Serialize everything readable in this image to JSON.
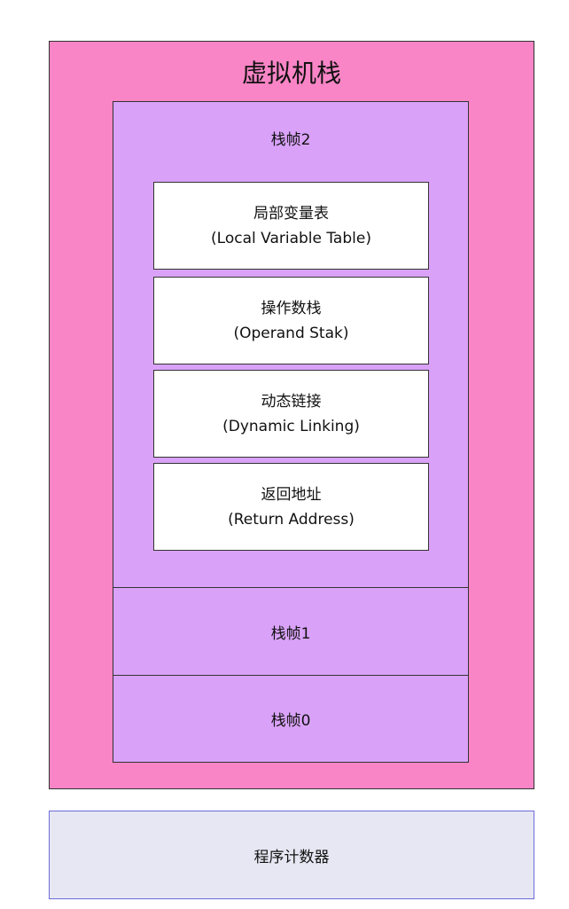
{
  "diagram": {
    "stack_title": "虚拟机栈",
    "frames": [
      {
        "label": "栈帧2",
        "slots": [
          {
            "name": "局部变量表",
            "english": "(Local Variable Table)"
          },
          {
            "name": "操作数栈",
            "english": "(Operand Stak)"
          },
          {
            "name": "动态链接",
            "english": "(Dynamic Linking)"
          },
          {
            "name": "返回地址",
            "english": "(Return Address)"
          }
        ]
      },
      {
        "label": "栈帧1"
      },
      {
        "label": "栈帧0"
      }
    ],
    "program_counter": "程序计数器"
  },
  "colors": {
    "stack_fill": "#f985c6",
    "frame_fill": "#d9a2f8",
    "slot_fill": "#ffffff",
    "pc_fill": "#e7e7f3",
    "pc_border": "#6c6cd8",
    "border": "#333333"
  }
}
